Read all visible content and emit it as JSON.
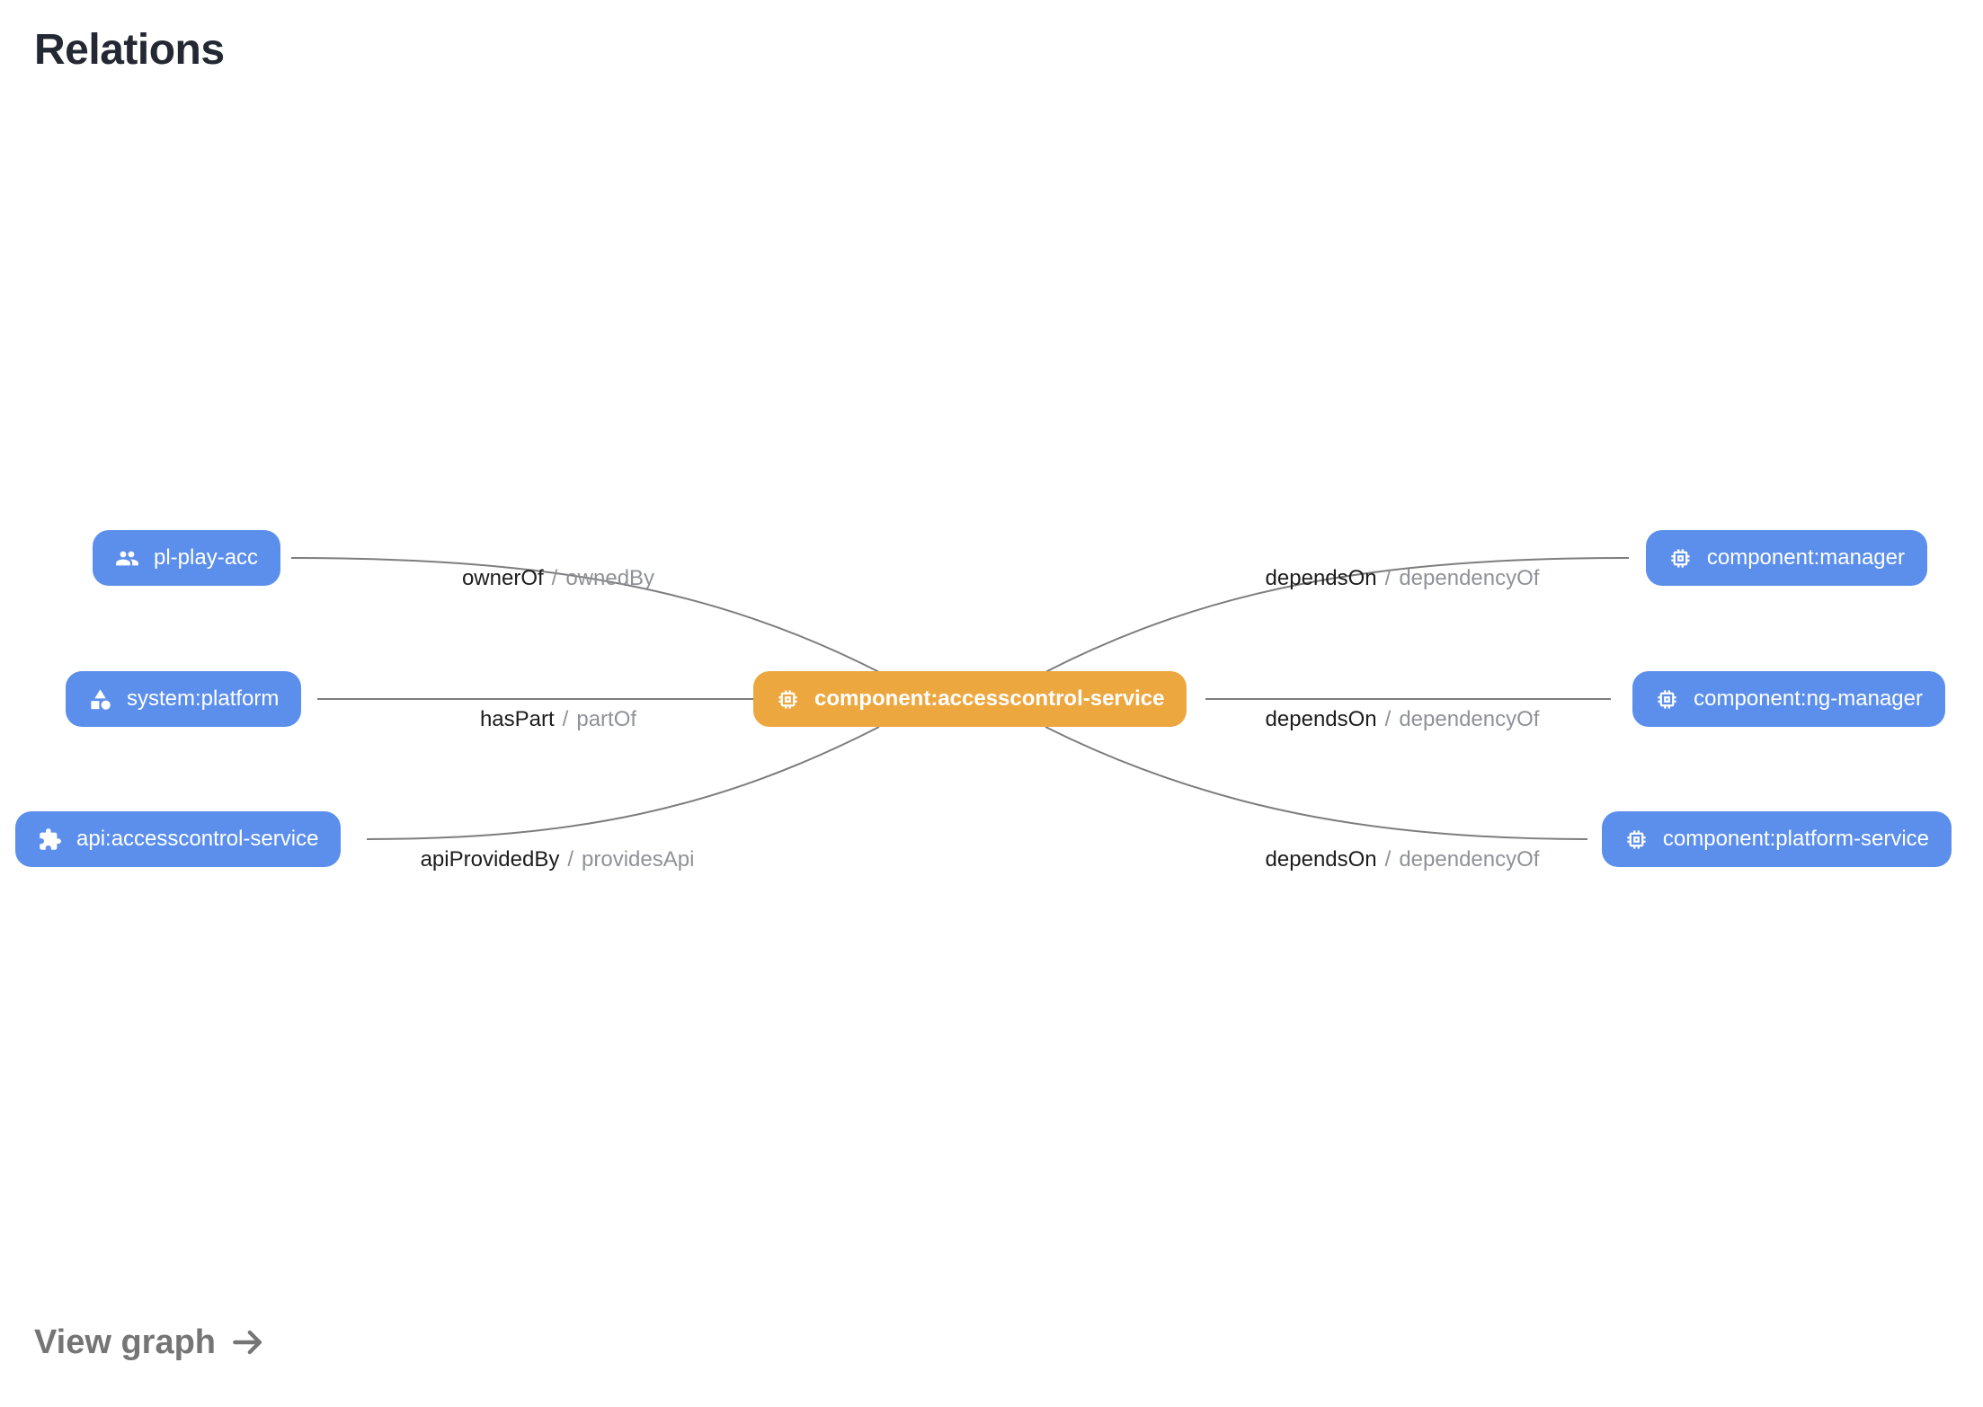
{
  "header": {
    "title": "Relations"
  },
  "relations": {
    "separator": "/",
    "center_node": {
      "label": "component:accesscontrol-service",
      "icon": "chip-icon",
      "color": "#eda73f"
    },
    "left": [
      {
        "node": {
          "label": "pl-play-acc",
          "icon": "group-icon"
        },
        "relation": "ownerOf",
        "inverse": "ownedBy"
      },
      {
        "node": {
          "label": "system:platform",
          "icon": "shapes-icon"
        },
        "relation": "hasPart",
        "inverse": "partOf"
      },
      {
        "node": {
          "label": "api:accesscontrol-service",
          "icon": "puzzle-icon"
        },
        "relation": "apiProvidedBy",
        "inverse": "providesApi"
      }
    ],
    "right": [
      {
        "node": {
          "label": "component:manager",
          "icon": "chip-icon"
        },
        "relation": "dependsOn",
        "inverse": "dependencyOf"
      },
      {
        "node": {
          "label": "component:ng-manager",
          "icon": "chip-icon"
        },
        "relation": "dependsOn",
        "inverse": "dependencyOf"
      },
      {
        "node": {
          "label": "component:platform-service",
          "icon": "chip-icon"
        },
        "relation": "dependsOn",
        "inverse": "dependencyOf"
      }
    ],
    "colors": {
      "node_blue": "#5c8fec",
      "node_orange": "#eda73f",
      "edge": "#7d7d7d",
      "label_primary": "#1c1c1c",
      "label_secondary": "#8e9298"
    }
  },
  "footer": {
    "view_graph_label": "View graph"
  }
}
